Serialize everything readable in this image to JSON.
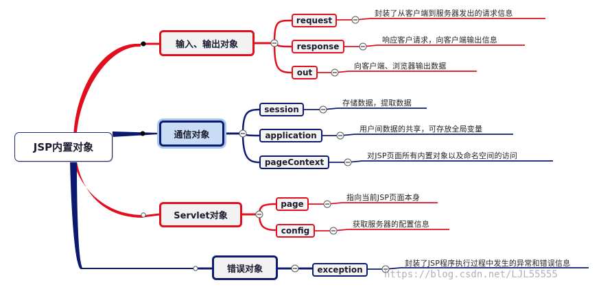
{
  "root": {
    "label": "JSP内置对象"
  },
  "colors": {
    "red": "#e10f1d",
    "navy": "#0b1a6e"
  },
  "groups": [
    {
      "label": "输入、输出对象",
      "color": "red",
      "children": [
        {
          "label": "request",
          "desc": "封装了从客户端到服务器发出的请求信息"
        },
        {
          "label": "response",
          "desc": "响应客户请求，向客户端输出信息"
        },
        {
          "label": "out",
          "desc": "向客户端、浏览器输出数据"
        }
      ]
    },
    {
      "label": "通信对象",
      "color": "navy",
      "children": [
        {
          "label": "session",
          "desc": "存储数据，提取数据"
        },
        {
          "label": "application",
          "desc": "用户间数据的共享，可存放全局变量"
        },
        {
          "label": "pageContext",
          "desc": "对JSP页面所有内置对象以及命名空间的访问"
        }
      ]
    },
    {
      "label": "Servlet对象",
      "color": "red",
      "children": [
        {
          "label": "page",
          "desc": "指向当前JSP页面本身"
        },
        {
          "label": "config",
          "desc": "获取服务器的配置信息"
        }
      ]
    },
    {
      "label": "错误对象",
      "color": "navy",
      "children": [
        {
          "label": "exception",
          "desc": "封装了JSP程序执行过程中发生的异常和错误信息"
        }
      ]
    }
  ],
  "watermark": "https://blog.csdn.net/LJL55555"
}
